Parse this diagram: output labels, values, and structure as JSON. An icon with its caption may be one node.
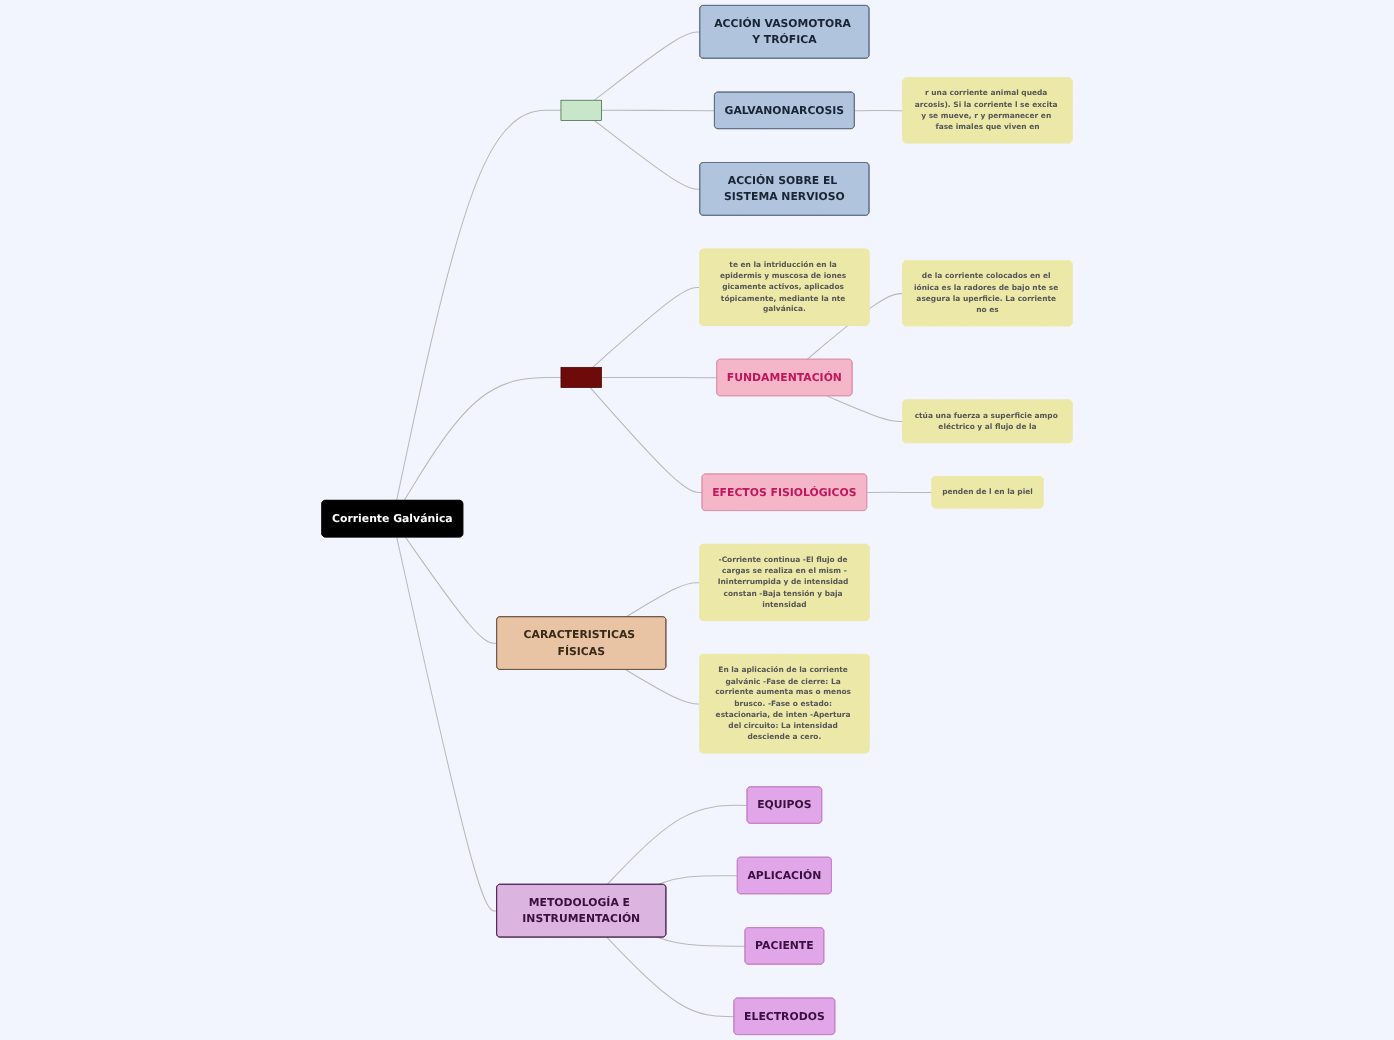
{
  "diagram": {
    "nodes": [
      {
        "text": [
          "Corriente Galvánica"
        ]
      },
      {
        "text": [],
        "shape": "box"
      },
      {
        "text": [
          "ACCIÓN VASOMOTORA Y TRÓFICA"
        ]
      },
      {
        "text": [
          "GALVANONARCOSIS"
        ]
      },
      {
        "text": [
          "r una corriente animal queda arcosis). Si la corriente l se excita y se mueve, r y permanecer en fase imales que viven en"
        ]
      },
      {
        "text": [
          "ACCIÓN SOBRE EL SISTEMA NERVIOSO"
        ]
      },
      {
        "text": [],
        "shape": "box"
      },
      {
        "text": [
          "te en la intriducción en la epidermis y muscosa de iones gicamente activos, aplicados tópicamente, mediante la nte galvánica."
        ]
      },
      {
        "text": [
          "FUNDAMENTACIÓN"
        ]
      },
      {
        "text": [
          "de la corriente colocados en el iónica es la radores de bajo nte se asegura la uperficie. La corriente no es"
        ]
      },
      {
        "text": [
          "ctúa una fuerza a superficie ampo eléctrico y al flujo de la"
        ]
      },
      {
        "text": [
          "EFECTOS FISIOLÓGICOS"
        ]
      },
      {
        "text": [
          "penden de l en la piel"
        ]
      },
      {
        "text": [
          "CARACTERISTICAS FÍSICAS"
        ]
      },
      {
        "text": [
          "-Corriente continua -El flujo de cargas se realiza en el mism -Ininterrumpida y de intensidad constan -Baja tensión y baja intensidad"
        ]
      },
      {
        "text": [
          "En la aplicación de la corriente galvánic -Fase de cierre: La corriente aumenta mas o menos brusco. -Fase o estado: estacionaria, de inten -Apertura del circuito: La intensidad desciende a cero."
        ]
      },
      {
        "text": [
          "METODOLOGÍA E INSTRUMENTACIÓN"
        ]
      },
      {
        "text": [
          "EQUIPOS"
        ]
      },
      {
        "text": [
          "APLICACIÓN"
        ]
      },
      {
        "text": [
          "PACIENTE"
        ]
      },
      {
        "text": [
          "ELECTRODOS"
        ]
      }
    ],
    "edges": [
      {
        "from": 0,
        "to": 1,
        "arrow": "none"
      },
      {
        "from": 1,
        "to": 2,
        "arrow": "none"
      },
      {
        "from": 1,
        "to": 3,
        "arrow": "none"
      },
      {
        "from": 3,
        "to": 4,
        "arrow": "none"
      },
      {
        "from": 1,
        "to": 5,
        "arrow": "none"
      },
      {
        "from": 0,
        "to": 6,
        "arrow": "none"
      },
      {
        "from": 6,
        "to": 7,
        "arrow": "none"
      },
      {
        "from": 6,
        "to": 8,
        "arrow": "none"
      },
      {
        "from": 8,
        "to": 9,
        "arrow": "none"
      },
      {
        "from": 8,
        "to": 10,
        "arrow": "none"
      },
      {
        "from": 6,
        "to": 11,
        "arrow": "none"
      },
      {
        "from": 11,
        "to": 12,
        "arrow": "none"
      },
      {
        "from": 0,
        "to": 13,
        "arrow": "none"
      },
      {
        "from": 13,
        "to": 14,
        "arrow": "none"
      },
      {
        "from": 13,
        "to": 15,
        "arrow": "none"
      },
      {
        "from": 0,
        "to": 16,
        "arrow": "none"
      },
      {
        "from": 16,
        "to": 17,
        "arrow": "none"
      },
      {
        "from": 16,
        "to": 18,
        "arrow": "none"
      },
      {
        "from": 16,
        "to": 19,
        "arrow": "none"
      },
      {
        "from": 16,
        "to": 20,
        "arrow": "none"
      }
    ]
  }
}
